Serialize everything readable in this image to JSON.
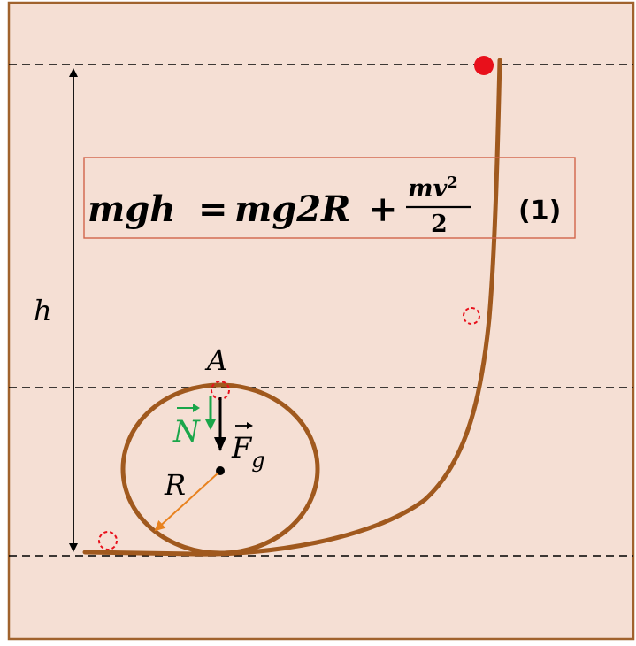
{
  "diagram": {
    "labels": {
      "height": "h",
      "point_a": "A",
      "radius": "R",
      "normal_force": "N",
      "gravity_force": "F",
      "gravity_subscript": "g"
    },
    "equation": {
      "lhs": "mgh",
      "equals": "=",
      "term1": "mg2R",
      "plus": "+",
      "numerator_base": "mv",
      "numerator_exp": "2",
      "denominator": "2",
      "number": "(1)"
    },
    "colors": {
      "background": "#f5dfd4",
      "frame": "#a0622d",
      "track": "#a0591e",
      "ball": "#e8101b",
      "normal_arrow": "#1aa64a",
      "gravity_arrow": "#000000",
      "radius_arrow": "#e8821f",
      "ghost_ball": "#e8101b"
    }
  }
}
